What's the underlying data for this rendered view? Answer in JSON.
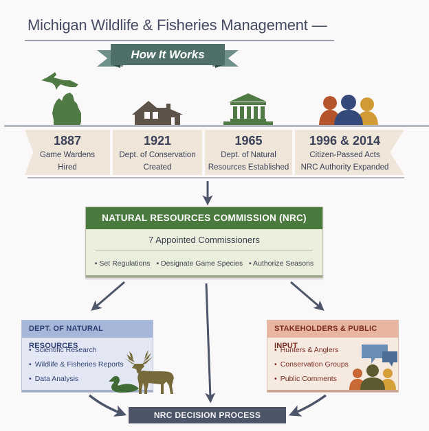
{
  "header": {
    "title": "Michigan Wildlife & Fisheries Management —",
    "ribbon_label": "How It Works"
  },
  "timeline": {
    "items": [
      {
        "year": "1887",
        "line1": "Game Wardens",
        "line2": "Hired",
        "icon": "michigan-map-icon"
      },
      {
        "year": "1921",
        "line1": "Dept. of Conservation",
        "line2": "Created",
        "icon": "house-icon"
      },
      {
        "year": "1965",
        "line1": "Dept. of Natural",
        "line2": "Resources Established",
        "icon": "government-building-icon"
      },
      {
        "year": "1996 & 2014",
        "line1": "Citizen-Passed Acts",
        "line2": "NRC Authority Expanded",
        "icon": "people-group-icon"
      }
    ]
  },
  "nrc": {
    "title": "NATURAL RESOURCES COMMISSION (NRC)",
    "subtitle": "7 Appointed Commissioners",
    "bullets": [
      "• Set Regulations",
      "• Designate Game Species",
      "• Authorize Seasons"
    ]
  },
  "dnr": {
    "title": "DEPT. OF NATURAL RESOURCES",
    "items": [
      "Scientific Research",
      "Wildlife & Fisheries Reports",
      "Data Analysis"
    ],
    "icons": [
      "duck-icon",
      "deer-icon"
    ]
  },
  "stakeholders": {
    "title": "STAKEHOLDERS & PUBLIC INPUT",
    "items": [
      "Hunters & Anglers",
      "Conservation Groups",
      "Public Comments"
    ],
    "icons": [
      "speech-bubbles-icon",
      "people-group-icon"
    ]
  },
  "decision": {
    "label": "NRC DECISION PROCESS"
  },
  "colors": {
    "background": "#fbf8fa",
    "ribbon": "#4f7069",
    "nrc_header": "#4a7a3e",
    "dnr_header": "#a6b6d8",
    "stakeholder_header": "#e7b5a0",
    "decision": "#4d5569",
    "arrow": "#4d5569",
    "michigan_green": "#507a44",
    "house_brown": "#5e5348"
  }
}
